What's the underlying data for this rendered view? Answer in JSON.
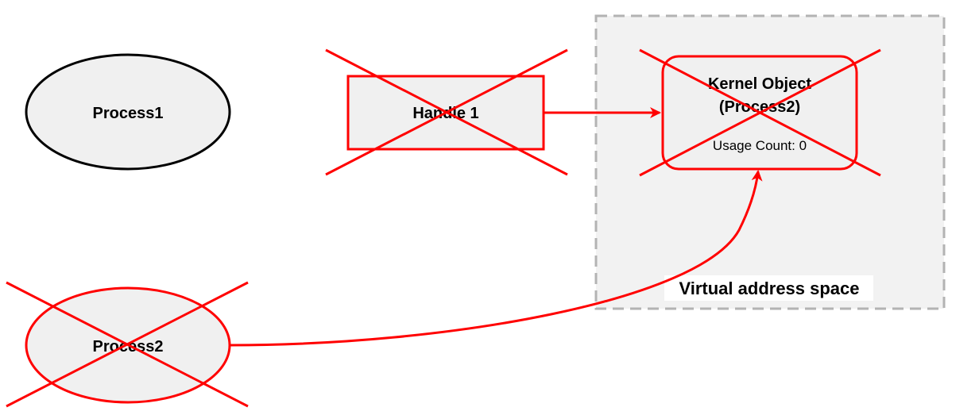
{
  "region": {
    "label": "Virtual address space"
  },
  "nodes": {
    "process1": {
      "label": "Process1"
    },
    "handle1": {
      "label": "Handle 1"
    },
    "kernel_object": {
      "label_line1": "Kernel Object",
      "label_line2": "(Process2)",
      "usage": "Usage Count: 0"
    },
    "process2": {
      "label": "Process2"
    }
  },
  "colors": {
    "stroke_active": "#000000",
    "stroke_deleted": "#ff0000",
    "node_fill": "#f0f0f0",
    "region_fill": "#f2f2f2",
    "region_border": "#b3b3b3"
  }
}
